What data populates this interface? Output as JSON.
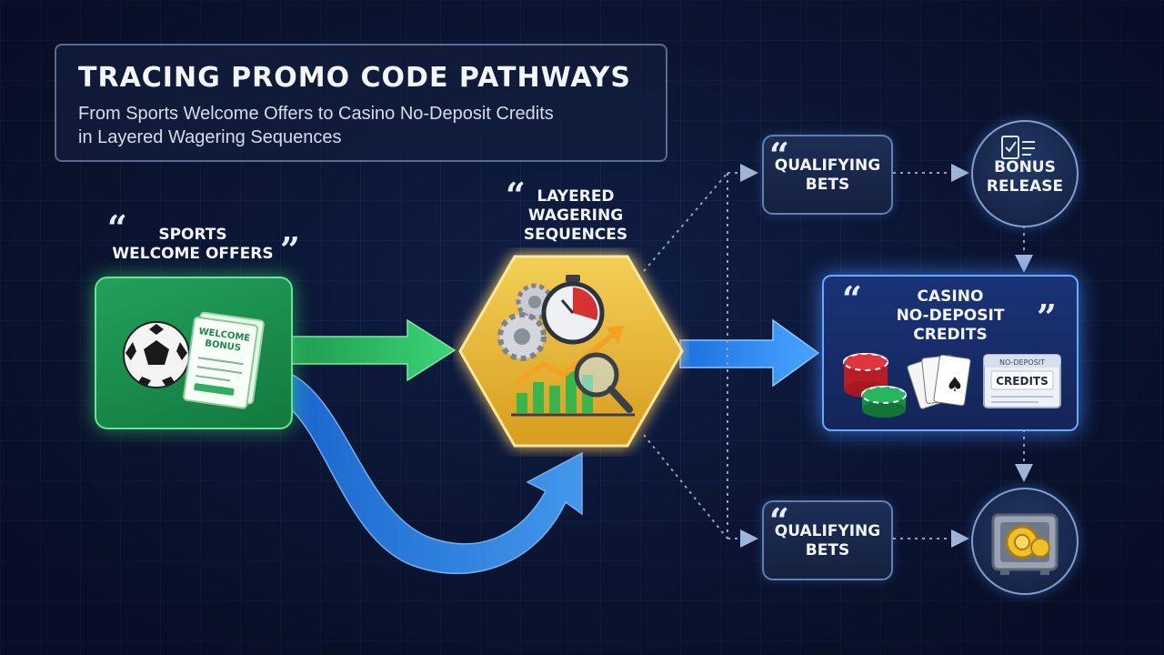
{
  "header": {
    "title": "TRACING PROMO CODE PATHWAYS",
    "subtitle_line1": "From Sports Welcome Offers to Casino No-Deposit Credits",
    "subtitle_line2": "in Layered Wagering Sequences"
  },
  "nodes": {
    "sports": {
      "line1": "SPORTS",
      "line2": "WELCOME OFFERS",
      "ticket_line1": "WELCOME",
      "ticket_line2": "BONUS"
    },
    "layered": {
      "line1": "LAYERED",
      "line2": "WAGERING",
      "line3": "SEQUENCES"
    },
    "qualifying_top": {
      "line1": "QUALIFYING",
      "line2": "BETS"
    },
    "bonus_release": {
      "line1": "BONUS",
      "line2": "RELEASE"
    },
    "casino": {
      "line1": "CASINO",
      "line2": "NO-DEPOSIT",
      "line3": "CREDITS",
      "card_header": "NO-DEPOSIT",
      "card_label": "CREDITS"
    },
    "qualifying_bottom": {
      "line1": "QUALIFYING",
      "line2": "BETS"
    }
  },
  "quote_glyphs": {
    "open": "“",
    "close": "”"
  },
  "icons": [
    "soccer-ball-icon",
    "bonus-ticket-icon",
    "gears-icon",
    "stopwatch-icon",
    "growth-chart-icon",
    "magnifier-icon",
    "checklist-icon",
    "casino-chips-icon",
    "playing-cards-icon",
    "credit-card-icon",
    "vault-icon"
  ],
  "colors": {
    "background": "#0b1430",
    "sports_green": "#1f9a55",
    "hex_gold": "#e9b93a",
    "flow_blue": "#2f8df0",
    "flow_green": "#2fd06a",
    "node_border": "#7896c8"
  }
}
